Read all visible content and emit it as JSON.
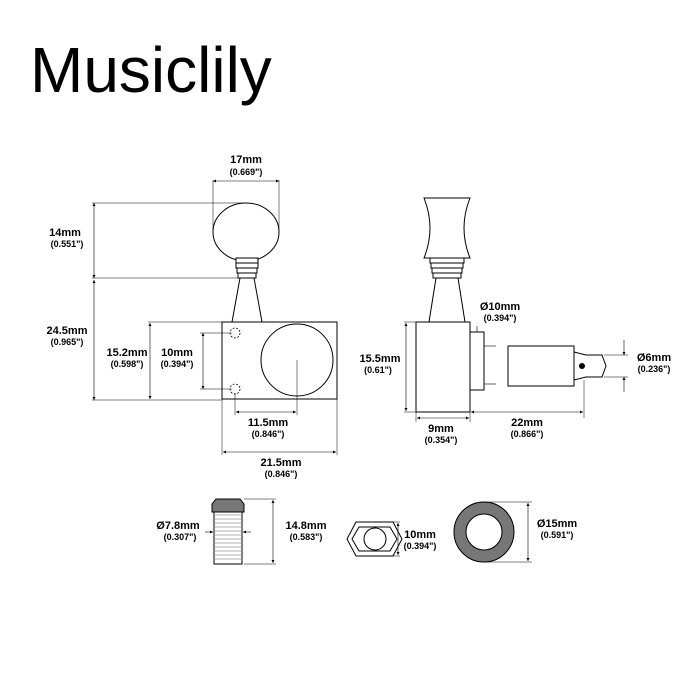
{
  "brand": {
    "name": "Musiclily"
  },
  "colors": {
    "ink": "#000000",
    "paper": "#ffffff",
    "nut_fill": "#777777",
    "part_fill": "#ffffff"
  },
  "dimensions": {
    "button_width": {
      "mm": "17mm",
      "inch": "(0.669\")"
    },
    "button_height": {
      "mm": "14mm",
      "inch": "(0.551\")"
    },
    "overall_height": {
      "mm": "24.5mm",
      "inch": "(0.965\")"
    },
    "housing_height": {
      "mm": "15.2mm",
      "inch": "(0.598\")"
    },
    "screw_spacing": {
      "mm": "10mm",
      "inch": "(0.394\")"
    },
    "hole_offset": {
      "mm": "11.5mm",
      "inch": "(0.846\")"
    },
    "housing_width": {
      "mm": "21.5mm",
      "inch": "(0.846\")"
    },
    "bushing_dia": {
      "mm": "Ø10mm",
      "inch": "(0.394\")"
    },
    "side_height": {
      "mm": "15.5mm",
      "inch": "(0.61\")"
    },
    "post_dia": {
      "mm": "Ø6mm",
      "inch": "(0.236\")"
    },
    "side_depth": {
      "mm": "9mm",
      "inch": "(0.354\")"
    },
    "post_length": {
      "mm": "22mm",
      "inch": "(0.866\")"
    },
    "ferrule_dia": {
      "mm": "Ø7.8mm",
      "inch": "(0.307\")"
    },
    "ferrule_height": {
      "mm": "14.8mm",
      "inch": "(0.583\")"
    },
    "nut_size": {
      "mm": "10mm",
      "inch": "(0.394\")"
    },
    "washer_dia": {
      "mm": "Ø15mm",
      "inch": "(0.591\")"
    }
  }
}
